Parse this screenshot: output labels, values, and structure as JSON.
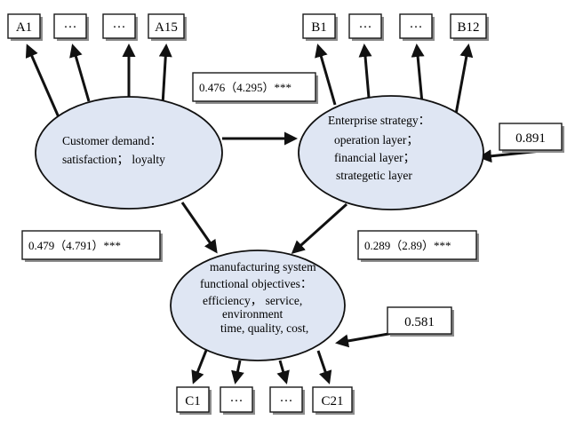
{
  "indicators_a": [
    "A1",
    "···",
    "···",
    "A15"
  ],
  "indicators_b": [
    "B1",
    "···",
    "···",
    "B12"
  ],
  "indicators_c": [
    "C1",
    "···",
    "···",
    "C21"
  ],
  "nodes": {
    "customer": [
      "Customer demand：",
      "satisfaction；  loyalty"
    ],
    "enterprise": [
      "Enterprise strategy：",
      "operation layer；",
      "financial layer；",
      "strategetic layer"
    ],
    "manufacturing": [
      "manufacturing system",
      "functional objectives：",
      "efficiency，  service,",
      "environment",
      "time, quality, cost,"
    ]
  },
  "coefficients": {
    "customer_to_enterprise": "0.476（4.295）***",
    "customer_to_manufacturing": "0.479（4.791）***",
    "enterprise_to_manufacturing": "0.289（2.89）***"
  },
  "residuals": {
    "enterprise": "0.891",
    "manufacturing": "0.581"
  }
}
